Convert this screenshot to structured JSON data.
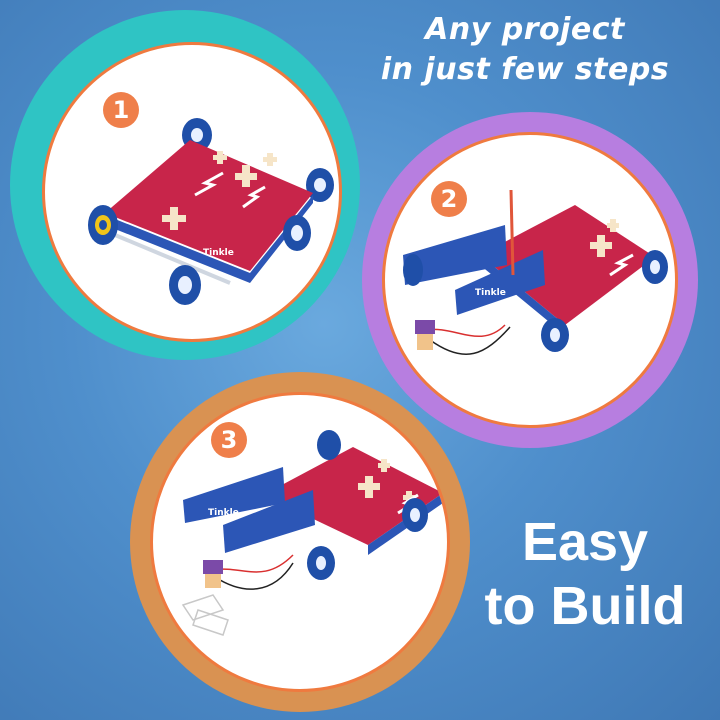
{
  "headline": {
    "line1": "Any project",
    "line2": "in just few steps"
  },
  "tagline": {
    "line1": "Easy",
    "line2": "to Build"
  },
  "steps": [
    {
      "number": "1",
      "ring_color": "#2fc4c4"
    },
    {
      "number": "2",
      "ring_color": "#b77ee0"
    },
    {
      "number": "3",
      "ring_color": "#d99252"
    }
  ],
  "board_brand": "Tinkle",
  "colors": {
    "board": "#c8254a",
    "panel": "#2c56b6",
    "wheel": "#1f4fa8",
    "accent_orange": "#ef7f4a"
  }
}
